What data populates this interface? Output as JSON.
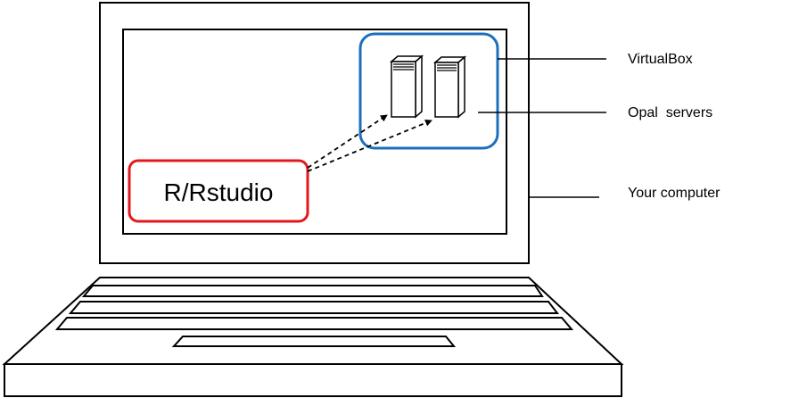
{
  "labels": {
    "virtualbox": "VirtualBox",
    "opal_servers": "Opal  servers",
    "your_computer": "Your computer",
    "r_rstudio": "R/Rstudio"
  },
  "colors": {
    "outline": "#000000",
    "virtualbox_box": "#1c6fbd",
    "rstudio_box": "#e3181f",
    "background": "#ffffff"
  },
  "icons": [
    "laptop-icon",
    "server-icon",
    "server-icon"
  ]
}
